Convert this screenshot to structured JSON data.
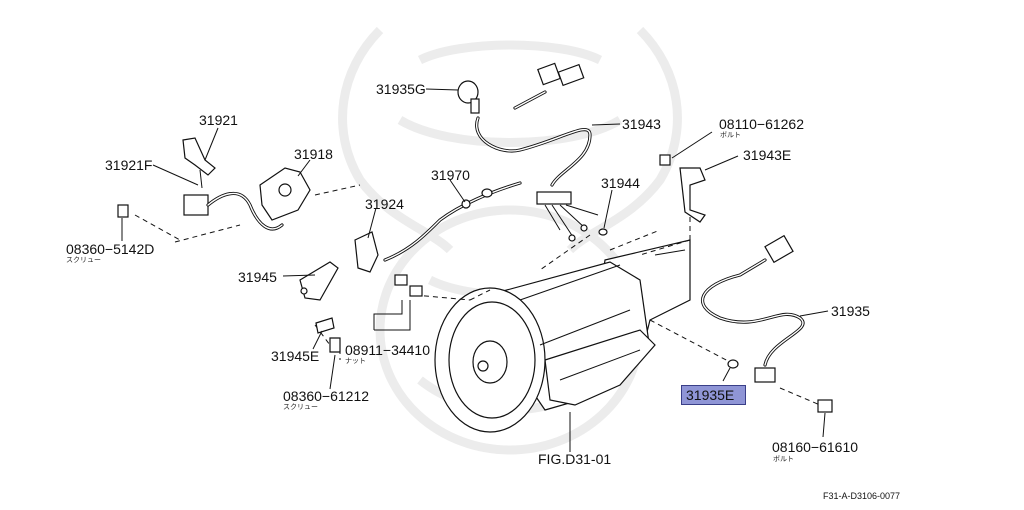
{
  "diagram": {
    "figure_code": "F31-A-D3106-0077",
    "figure_ref": "FIG.D31-01",
    "highlight_color": "#8f95d6",
    "labels": {
      "p31935G": "31935G",
      "p31943": "31943",
      "p08110_61262": "08110−61262",
      "p08110_61262_sub": "ボルト",
      "p31943E": "31943E",
      "p31921": "31921",
      "p31921F": "31921F",
      "p31918": "31918",
      "p31970": "31970",
      "p31944": "31944",
      "p31924": "31924",
      "p08360_5142D": "08360−5142D",
      "p08360_5142D_sub": "スクリュー",
      "p31945": "31945",
      "p31935": "31935",
      "p31945E": "31945E",
      "p08911_34410": "08911−34410",
      "p08911_34410_sub": "ナット",
      "p08360_61212": "08360−61212",
      "p08360_61212_sub": "スクリュー",
      "p31935E": "31935E",
      "p08160_61610": "08160−61610",
      "p08160_61610_sub": "ボルト"
    }
  }
}
